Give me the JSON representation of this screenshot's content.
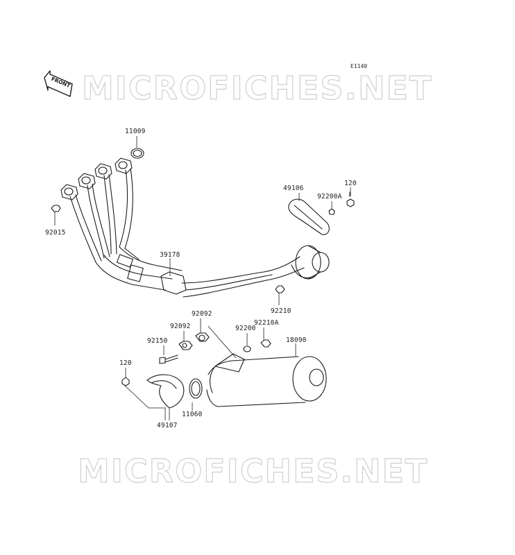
{
  "diagram": {
    "code": "E1140",
    "front_label": "FRONT",
    "watermark_top": "MICROFICHES.NET",
    "watermark_bottom": "MICROFICHES.NET",
    "parts": {
      "p11009": "11009",
      "p92015": "92015",
      "p39178": "39178",
      "p49106": "49106",
      "p92200A": "92200A",
      "p120_top": "120",
      "p92210": "92210",
      "p92092_a": "92092",
      "p92092_b": "92092",
      "p92200": "92200",
      "p92210A": "92210A",
      "p18090": "18090",
      "p92150": "92150",
      "p120_bottom": "120",
      "p11060": "11060",
      "p49107": "49107"
    }
  }
}
